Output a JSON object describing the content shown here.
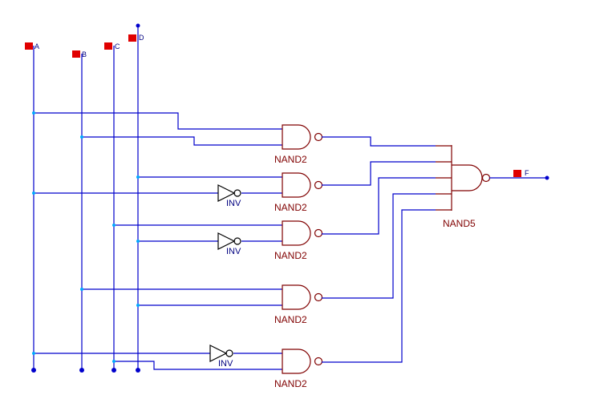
{
  "inputs": [
    {
      "id": "A",
      "label": "A"
    },
    {
      "id": "B",
      "label": "B"
    },
    {
      "id": "C",
      "label": "C"
    },
    {
      "id": "D",
      "label": "D"
    }
  ],
  "output": {
    "id": "F",
    "label": "F"
  },
  "gates": [
    {
      "id": "nand2-1",
      "label": "NAND2"
    },
    {
      "id": "nand2-2",
      "label": "NAND2"
    },
    {
      "id": "nand2-3",
      "label": "NAND2"
    },
    {
      "id": "nand2-4",
      "label": "NAND2"
    },
    {
      "id": "nand2-5",
      "label": "NAND2"
    },
    {
      "id": "nand5",
      "label": "NAND5"
    }
  ],
  "inverters": [
    {
      "id": "inv-1",
      "label": "INV"
    },
    {
      "id": "inv-2",
      "label": "INV"
    },
    {
      "id": "inv-3",
      "label": "INV"
    }
  ],
  "colors": {
    "wire": "#0000cc",
    "gate": "#800000",
    "port": "#e00000",
    "inverter": "#000000"
  }
}
